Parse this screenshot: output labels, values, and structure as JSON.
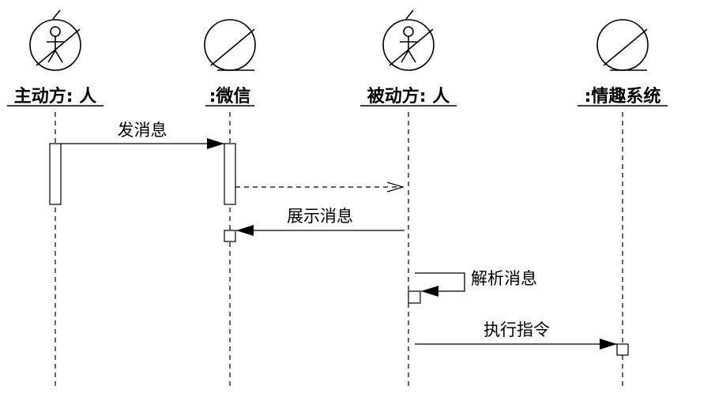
{
  "diagram": {
    "type": "sequence",
    "colors": {
      "line": "#000000",
      "background": "#ffffff"
    },
    "participants": [
      {
        "id": "p1",
        "kind": "actor",
        "icon": "actor-icon",
        "label": "主动方: 人"
      },
      {
        "id": "p2",
        "kind": "entity",
        "icon": "entity-icon",
        "label": ":微信"
      },
      {
        "id": "p3",
        "kind": "actor",
        "icon": "actor-icon",
        "label": "被动方: 人"
      },
      {
        "id": "p4",
        "kind": "entity",
        "icon": "entity-icon",
        "label": ":情趣系统"
      }
    ],
    "messages": [
      {
        "from": "p1",
        "to": "p2",
        "label": "发消息",
        "style": "sync"
      },
      {
        "from": "p2",
        "to": "p3",
        "label": "",
        "style": "return"
      },
      {
        "from": "p3",
        "to": "p2",
        "label": "展示消息",
        "style": "sync"
      },
      {
        "from": "p3",
        "to": "p3",
        "label": "解析消息",
        "style": "self"
      },
      {
        "from": "p3",
        "to": "p4",
        "label": "执行指令",
        "style": "sync"
      }
    ]
  }
}
